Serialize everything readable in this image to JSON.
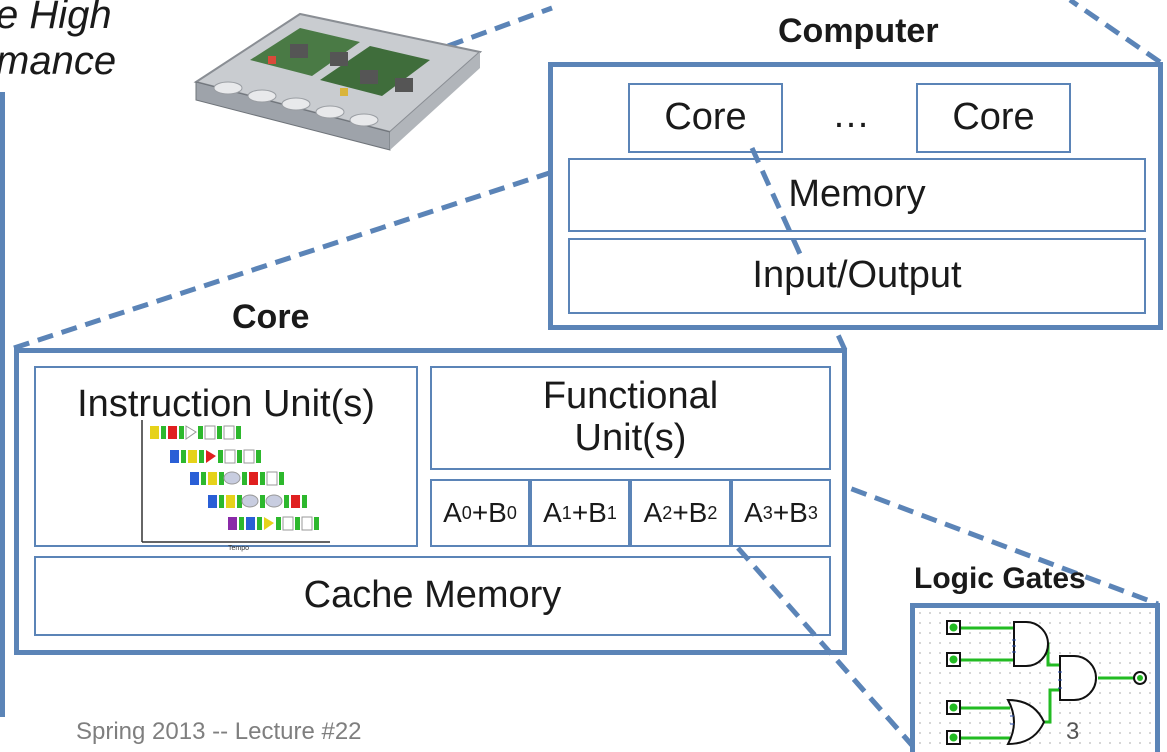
{
  "side_caption": {
    "line1": "e High",
    "line2": "mance"
  },
  "computer": {
    "heading": "Computer",
    "core_left": "Core",
    "ellipsis": "…",
    "core_right": "Core",
    "memory": "Memory",
    "io": "Input/Output"
  },
  "core": {
    "heading": "Core",
    "instruction_unit": "Instruction Unit(s)",
    "pipeline_axis_label": "Tempo",
    "functional_unit_line1": "Functional",
    "functional_unit_line2": "Unit(s)",
    "adders": [
      {
        "a": "A",
        "a_sub": "0",
        "b": "B",
        "b_sub": "0"
      },
      {
        "a": "A",
        "a_sub": "1",
        "b": "B",
        "b_sub": "1"
      },
      {
        "a": "A",
        "a_sub": "2",
        "b": "B",
        "b_sub": "2"
      },
      {
        "a": "A",
        "a_sub": "3",
        "b": "B",
        "b_sub": "3"
      }
    ],
    "plus": "+",
    "cache_memory": "Cache Memory"
  },
  "logic_gates": {
    "heading": "Logic Gates"
  },
  "footer": {
    "lecture": "Spring 2013 -- Lecture #22",
    "page_number": "3"
  },
  "colors": {
    "frame_blue": "#5b84b7",
    "wire_green": "#22bb22"
  }
}
